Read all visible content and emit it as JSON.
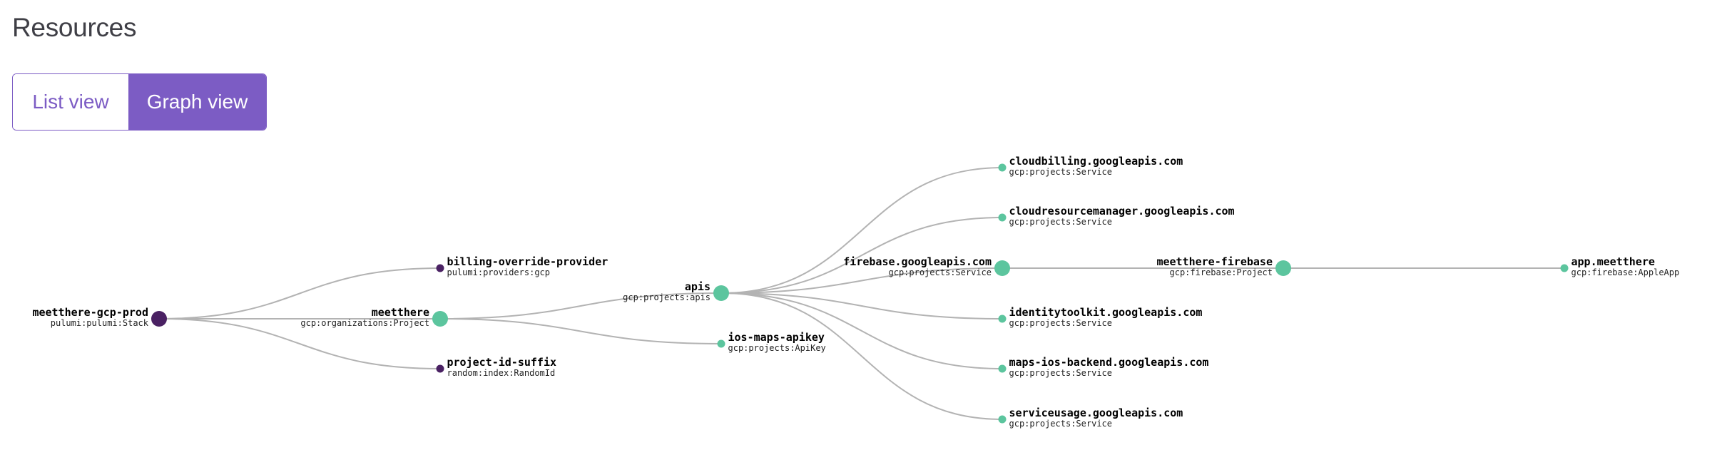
{
  "page": {
    "title": "Resources"
  },
  "view_toggle": {
    "list_label": "List view",
    "graph_label": "Graph view",
    "selected": "Graph view"
  },
  "colors": {
    "accent": "#7c5cc4",
    "node_stack": "#4a2163",
    "node_resource": "#5cc59e",
    "edge": "#b3b3b3"
  },
  "graph": {
    "nodes": [
      {
        "id": "stack",
        "name": "meetthere-gcp-prod",
        "type": "pulumi:pulumi:Stack",
        "color_key": "node_stack",
        "size": "large",
        "label_side": "left"
      },
      {
        "id": "billing",
        "name": "billing-override-provider",
        "type": "pulumi:providers:gcp",
        "color_key": "node_stack",
        "size": "small",
        "label_side": "right"
      },
      {
        "id": "project",
        "name": "meetthere",
        "type": "gcp:organizations:Project",
        "color_key": "node_resource",
        "size": "large",
        "label_side": "left"
      },
      {
        "id": "suffix",
        "name": "project-id-suffix",
        "type": "random:index:RandomId",
        "color_key": "node_stack",
        "size": "small",
        "label_side": "right"
      },
      {
        "id": "apis",
        "name": "apis",
        "type": "gcp:projects:apis",
        "color_key": "node_resource",
        "size": "large",
        "label_side": "left"
      },
      {
        "id": "apikey",
        "name": "ios-maps-apikey",
        "type": "gcp:projects:ApiKey",
        "color_key": "node_resource",
        "size": "small",
        "label_side": "right"
      },
      {
        "id": "cloudbilling",
        "name": "cloudbilling.googleapis.com",
        "type": "gcp:projects:Service",
        "color_key": "node_resource",
        "size": "small",
        "label_side": "right"
      },
      {
        "id": "crm",
        "name": "cloudresourcemanager.googleapis.com",
        "type": "gcp:projects:Service",
        "color_key": "node_resource",
        "size": "small",
        "label_side": "right"
      },
      {
        "id": "firebase",
        "name": "firebase.googleapis.com",
        "type": "gcp:projects:Service",
        "color_key": "node_resource",
        "size": "large",
        "label_side": "left"
      },
      {
        "id": "identity",
        "name": "identitytoolkit.googleapis.com",
        "type": "gcp:projects:Service",
        "color_key": "node_resource",
        "size": "small",
        "label_side": "right"
      },
      {
        "id": "maps",
        "name": "maps-ios-backend.googleapis.com",
        "type": "gcp:projects:Service",
        "color_key": "node_resource",
        "size": "small",
        "label_side": "right"
      },
      {
        "id": "serviceusage",
        "name": "serviceusage.googleapis.com",
        "type": "gcp:projects:Service",
        "color_key": "node_resource",
        "size": "small",
        "label_side": "right"
      },
      {
        "id": "fbproject",
        "name": "meetthere-firebase",
        "type": "gcp:firebase:Project",
        "color_key": "node_resource",
        "size": "large",
        "label_side": "left"
      },
      {
        "id": "app",
        "name": "app.meetthere",
        "type": "gcp:firebase:AppleApp",
        "color_key": "node_resource",
        "size": "small",
        "label_side": "right"
      }
    ],
    "edges": [
      {
        "from": "stack",
        "to": "billing"
      },
      {
        "from": "stack",
        "to": "project"
      },
      {
        "from": "stack",
        "to": "suffix"
      },
      {
        "from": "project",
        "to": "apis"
      },
      {
        "from": "project",
        "to": "apikey"
      },
      {
        "from": "apis",
        "to": "cloudbilling"
      },
      {
        "from": "apis",
        "to": "crm"
      },
      {
        "from": "apis",
        "to": "firebase"
      },
      {
        "from": "apis",
        "to": "identity"
      },
      {
        "from": "apis",
        "to": "maps"
      },
      {
        "from": "apis",
        "to": "serviceusage"
      },
      {
        "from": "firebase",
        "to": "fbproject"
      },
      {
        "from": "fbproject",
        "to": "app"
      }
    ]
  }
}
